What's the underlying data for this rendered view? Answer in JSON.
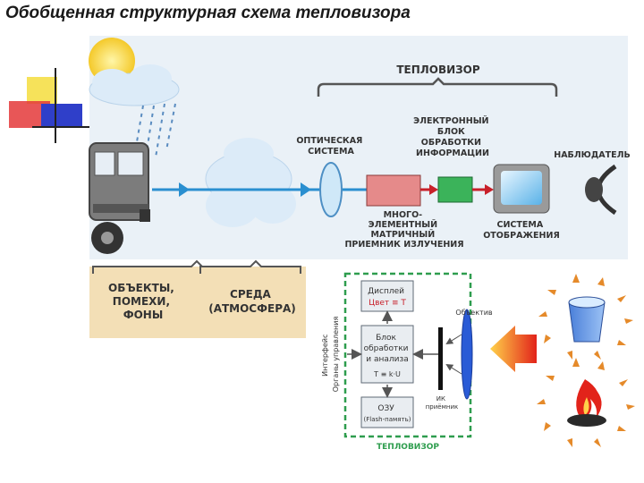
{
  "title": "Обобщенная структурная схема тепловизора",
  "top_diagram": {
    "brace_title": "ТЕПЛОВИЗОР",
    "optical_system": [
      "ОПТИЧЕСКАЯ",
      "СИСТЕМА"
    ],
    "electronic_block": [
      "ЭЛЕКТРОННЫЙ",
      "БЛОК",
      "ОБРАБОТКИ",
      "ИНФОРМАЦИИ"
    ],
    "observer": "НАБЛЮДАТЕЛЬ",
    "receiver": [
      "МНОГО-",
      "ЭЛЕМЕНТНЫЙ",
      "МАТРИЧНЫЙ",
      "ПРИЕМНИК ИЗЛУЧЕНИЯ"
    ],
    "display": [
      "СИСТЕМА",
      "ОТОБРАЖЕНИЯ"
    ],
    "objects": [
      "ОБЪЕКТЫ,",
      "ПОМЕХИ,",
      "ФОНЫ"
    ],
    "medium": [
      "СРЕДА",
      "(АТМОСФЕРА)"
    ]
  },
  "bottom_diagram": {
    "display_box": [
      "Дисплей",
      "Цвет ≡ Т"
    ],
    "processing_box": [
      "Блок",
      "обработки",
      "и анализа"
    ],
    "formula": "T ≡ k·U",
    "memory_box": [
      "ОЗУ",
      "(Flash-память)"
    ],
    "interface": [
      "Интерфейс",
      "Органы управления"
    ],
    "lens": "Объектив",
    "ir_receiver": [
      "ИК",
      "приёмник"
    ],
    "frame_label": "ТЕПЛОВИЗОР"
  },
  "colors": {
    "brand_frame": "#2e9d4e",
    "receiver_box": "#e58a8a",
    "electronic_box": "#3bb35a",
    "signal_line": "#2a8fd0",
    "beige_panel": "#f3dfb6",
    "arrow_red": "#c8202a"
  }
}
